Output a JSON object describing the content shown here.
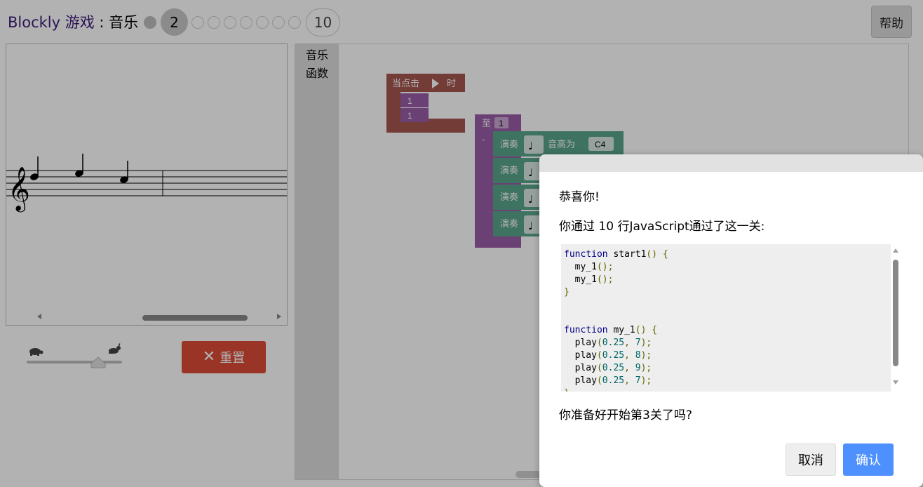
{
  "header": {
    "brand": "Blockly 游戏",
    "separator": " : ",
    "level_name": "音乐",
    "current_level": "2",
    "last_level": "10",
    "help_label": "帮助"
  },
  "controls": {
    "reset_label": "重置",
    "speed_icons": [
      "turtle-icon",
      "rabbit-icon"
    ]
  },
  "toolbox": {
    "categories": [
      "音乐",
      "函数"
    ]
  },
  "blocks": {
    "start_label": "当点击",
    "start_suffix": "时",
    "call_value": "1",
    "func_prefix": "至",
    "func_name": "1",
    "func_dash": "-",
    "play_label": "演奏",
    "pitch_label": "音高为",
    "pitch_value": "C4"
  },
  "dialog": {
    "congrats": "恭喜你!",
    "line_count_msg": "你通过 10 行JavaScript通过了这一关:",
    "question": "你准备好开始第3关了吗?",
    "cancel_label": "取消",
    "ok_label": "确认",
    "code_lines": [
      "function start1() {",
      "  my_1();",
      "  my_1();",
      "}",
      "",
      "",
      "function my_1() {",
      "  play(0.25, 7);",
      "  play(0.25, 8);",
      "  play(0.25, 9);",
      "  play(0.25, 7);",
      "}"
    ]
  },
  "colors": {
    "brand": "#3d1b7a",
    "reset": "#dd4b39",
    "ok": "#4d90fe",
    "event_block": "#a5574f",
    "procedure_block": "#9a5ca6",
    "music_block": "#5ba58c"
  }
}
